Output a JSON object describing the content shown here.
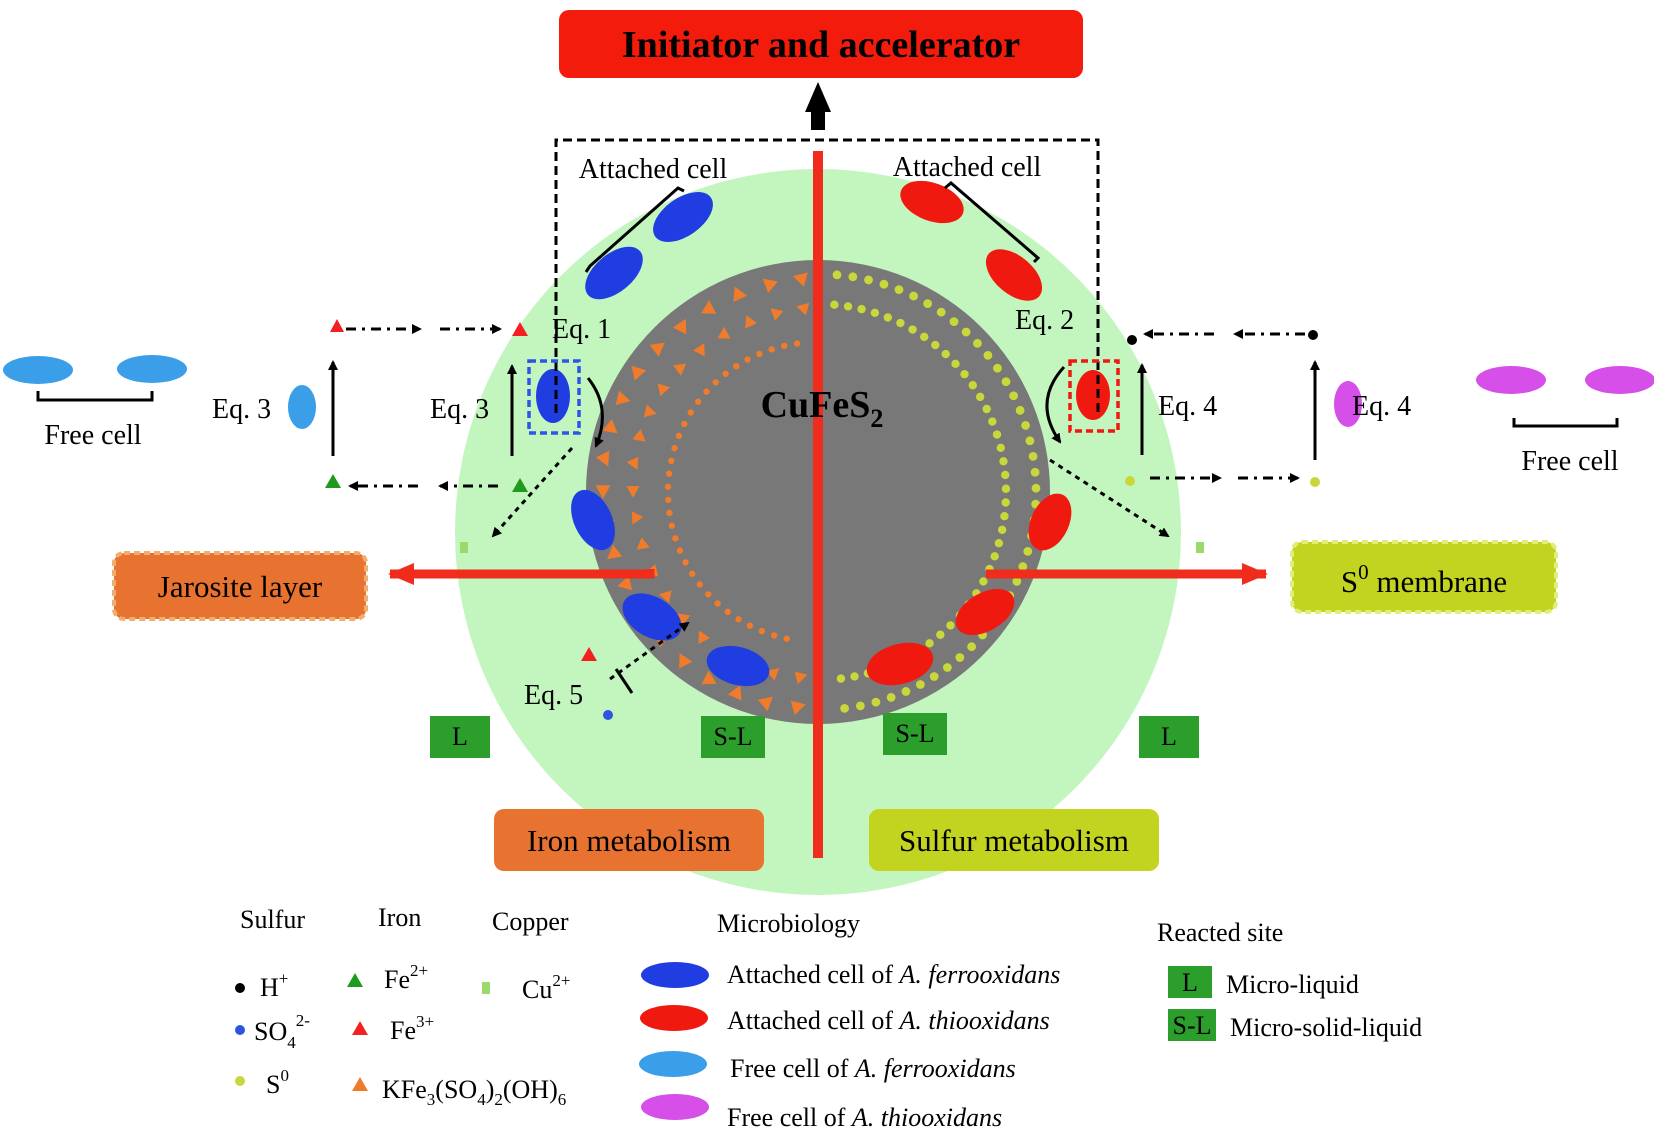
{
  "title": "Initiator and accelerator",
  "core_label": "CuFeS",
  "core_label_sub": "2",
  "attached_cell_left": "Attached cell",
  "attached_cell_right": "Attached cell",
  "free_cell_left": "Free cell",
  "free_cell_right": "Free cell",
  "equations": {
    "eq1": "Eq. 1",
    "eq2": "Eq. 2",
    "eq3_outer": "Eq. 3",
    "eq3_inner": "Eq. 3",
    "eq4_inner": "Eq. 4",
    "eq4_outer": "Eq. 4",
    "eq5": "Eq. 5"
  },
  "jarosite_layer": "Jarosite layer",
  "s0_membrane": {
    "prefix": "S",
    "sup": "0",
    "rest": " membrane"
  },
  "iron_metabolism": "Iron metabolism",
  "sulfur_metabolism": "Sulfur metabolism",
  "sites": [
    "L",
    "S-L",
    "S-L",
    "L"
  ],
  "legend": {
    "sulfur": {
      "header": "Sulfur",
      "h_plus": {
        "base": "H",
        "sup": "+"
      },
      "sulfate": {
        "base": "SO",
        "sub": "4",
        "sup": "2-"
      },
      "s0": {
        "base": "S",
        "sup": "0"
      }
    },
    "iron": {
      "header": "Iron",
      "fe2": {
        "base": "Fe",
        "sup": "2+"
      },
      "fe3": {
        "base": "Fe",
        "sup": "3+"
      },
      "jarosite": {
        "p1": "KFe",
        "s1": "3",
        "p2": "(SO",
        "s2": "4",
        "p3": ")",
        "s3": "2",
        "p4": "(OH)",
        "s4": "6"
      }
    },
    "copper": {
      "header": "Copper",
      "cu2": {
        "base": "Cu",
        "sup": "2+"
      }
    },
    "microbiology": {
      "header": "Microbiology",
      "items": [
        {
          "text": "Attached cell of ",
          "species": "A. ferrooxidans",
          "color": "#1f3de0"
        },
        {
          "text": "Attached cell of ",
          "species": "A. thiooxidans",
          "color": "#f0190f"
        },
        {
          "text": "Free cell of ",
          "species": "A. ferrooxidans",
          "color": "#3a9ee8"
        },
        {
          "text": "Free cell of ",
          "species": "A. thiooxidans",
          "color": "#d54fe8"
        }
      ]
    },
    "reacted_site": {
      "header": "Reacted site",
      "items": [
        {
          "code": "L",
          "text": "Micro-liquid"
        },
        {
          "code": "S-L",
          "text": "Micro-solid-liquid"
        }
      ]
    }
  },
  "colors": {
    "outer_zone": "#c3f5bf",
    "core": "#787878",
    "divider_red": "#f02c1c",
    "title_red": "#f21b0c",
    "attached_ferro": "#1f3de0",
    "attached_thio": "#f0190f",
    "free_ferro": "#3a9ee8",
    "free_thio": "#d54fe8",
    "jarosite": "#f07b2a",
    "sulfur_dot": "#c8d83a",
    "iron_box": "#e8722f",
    "sulfur_box": "#c2d420",
    "site_green": "#2b9e2b",
    "fe2_green": "#1e9a1e",
    "fe3_red": "#f22020",
    "cu_green": "#9ad96a"
  }
}
